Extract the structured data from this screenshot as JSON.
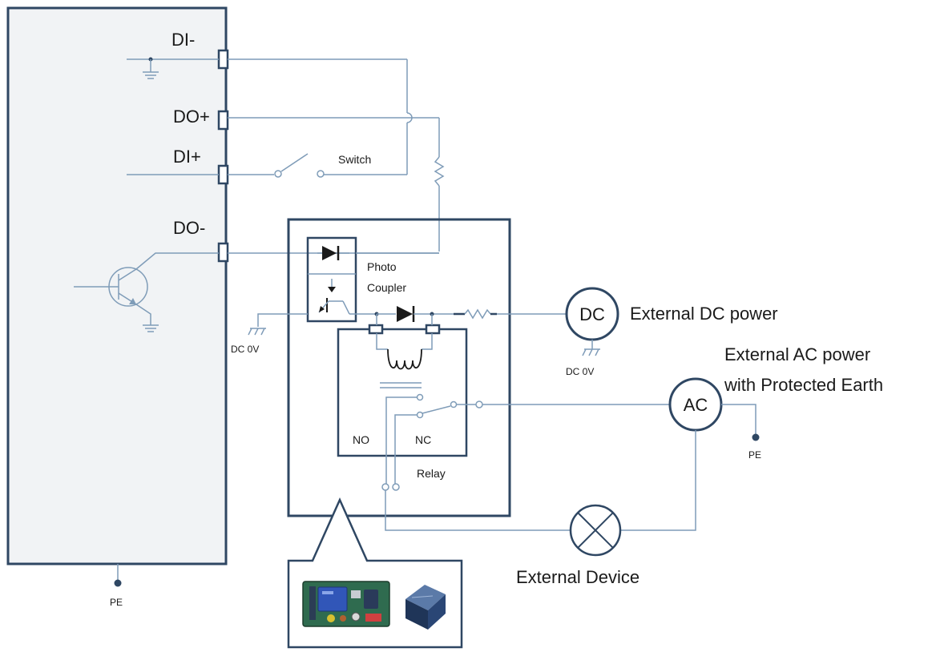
{
  "terminals": {
    "di_minus": "DI-",
    "do_plus": "DO+",
    "di_plus": "DI+",
    "do_minus": "DO-"
  },
  "switch_label": "Switch",
  "photo_coupler": {
    "line1": "Photo",
    "line2": "Coupler"
  },
  "dc_zero_left": "DC 0V",
  "dc_zero_right": "DC 0V",
  "dc_source": {
    "symbol": "DC",
    "label": "External DC power"
  },
  "ac_source": {
    "symbol": "AC",
    "label_line1": "External AC power",
    "label_line2": "with Protected Earth"
  },
  "relay": {
    "no": "NO",
    "nc": "NC",
    "label": "Relay"
  },
  "pe_device": "PE",
  "pe_ac": "PE",
  "external_device": "External Device",
  "colors": {
    "wire": "#7f9cb8",
    "outline": "#2f4763",
    "panel": "#f1f3f5"
  }
}
